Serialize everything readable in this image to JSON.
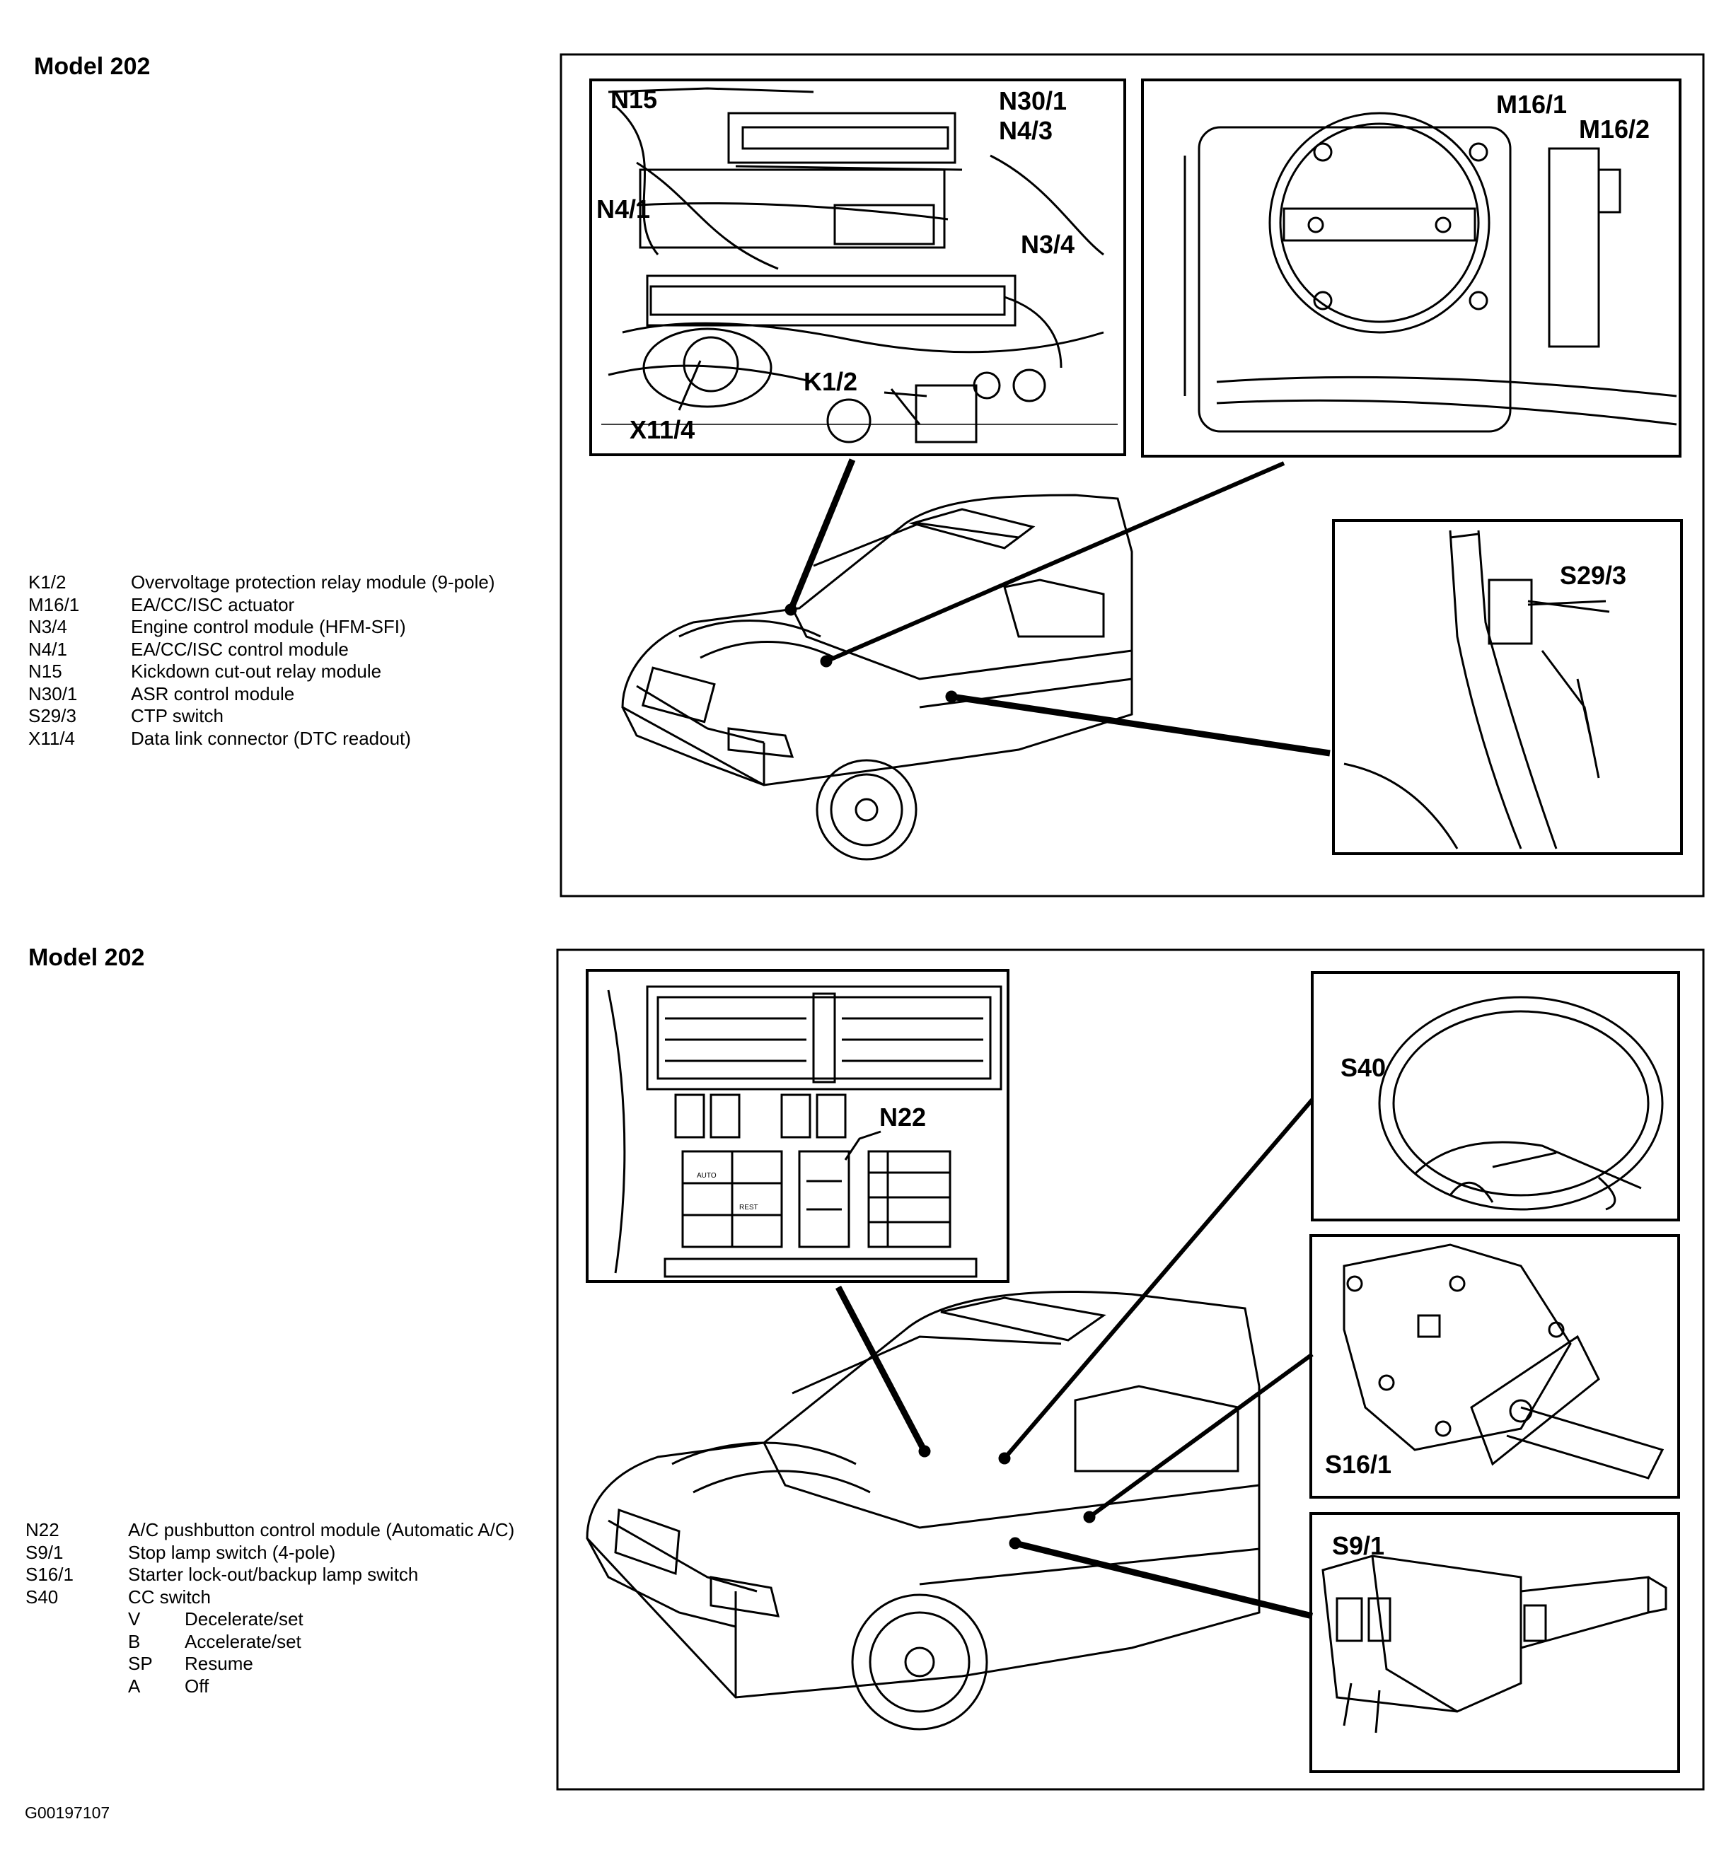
{
  "top_section": {
    "title": "Model 202",
    "legend": [
      {
        "code": "K1/2",
        "desc": "Overvoltage protection relay module (9-pole)"
      },
      {
        "code": "M16/1",
        "desc": "EA/CC/ISC actuator"
      },
      {
        "code": "N3/4",
        "desc": "Engine control module (HFM-SFI)"
      },
      {
        "code": "N4/1",
        "desc": "EA/CC/ISC control module"
      },
      {
        "code": "N15",
        "desc": "Kickdown cut-out relay module"
      },
      {
        "code": "N30/1",
        "desc": "ASR control module"
      },
      {
        "code": "S29/3",
        "desc": "CTP switch"
      },
      {
        "code": "X11/4",
        "desc": "Data link connector (DTC readout)"
      }
    ],
    "callouts": {
      "n15": "N15",
      "n30_1": "N30/1",
      "n4_3": "N4/3",
      "n4_1": "N4/1",
      "n3_4": "N3/4",
      "k1_2": "K1/2",
      "x11_4": "X11/4",
      "m16_1": "M16/1",
      "m16_2": "M16/2",
      "s29_3": "S29/3"
    }
  },
  "bottom_section": {
    "title": "Model 202",
    "legend": [
      {
        "code": "N22",
        "desc": "A/C pushbutton control module (Automatic A/C)"
      },
      {
        "code": "S9/1",
        "desc": "Stop lamp switch (4-pole)"
      },
      {
        "code": "S16/1",
        "desc": "Starter lock-out/backup lamp switch"
      },
      {
        "code": "S40",
        "desc": "CC switch"
      }
    ],
    "sub_legend": [
      {
        "code": "V",
        "desc": "Decelerate/set"
      },
      {
        "code": "B",
        "desc": "Accelerate/set"
      },
      {
        "code": "SP",
        "desc": "Resume"
      },
      {
        "code": "A",
        "desc": "Off"
      }
    ],
    "callouts": {
      "n22": "N22",
      "s40": "S40",
      "s16_1": "S16/1",
      "s9_1": "S9/1"
    },
    "panel_labels": {
      "auto": "AUTO",
      "rest": "REST"
    }
  },
  "figure_id": "G00197107"
}
